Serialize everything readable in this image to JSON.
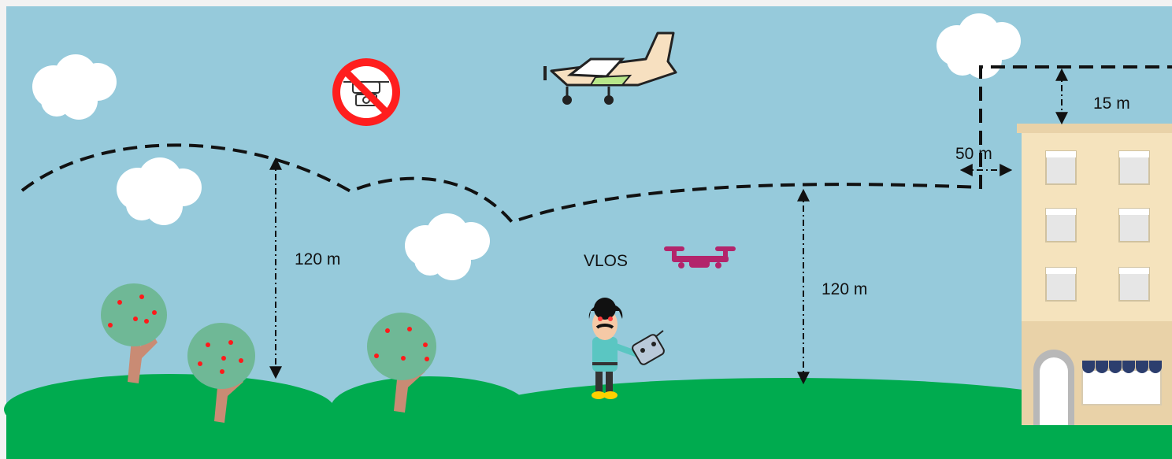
{
  "colors": {
    "sky": "#96cadb",
    "ground": "#00ab4f",
    "drone": "#b3246b",
    "no_drone_sign": "#ff1e1e",
    "building_upper": "#f5e3bd",
    "building_lower": "#e9d2a8",
    "tree_crown": "#6fb896",
    "tree_trunk": "#c98b74",
    "fruit": "#ff1a1a",
    "plane_body": "#f7e0c0",
    "shirt": "#5ac6c2"
  },
  "icons": [
    "no-drone-sign-icon",
    "airplane-icon",
    "drone-icon",
    "pilot-icon",
    "remote-controller-icon",
    "building-icon",
    "tree-icon",
    "cloud-icon"
  ],
  "labels": {
    "left_height": "120 m",
    "right_height": "120 m",
    "vlos": "VLOS",
    "building_vertical": "15 m",
    "building_horizontal": "50 m"
  }
}
